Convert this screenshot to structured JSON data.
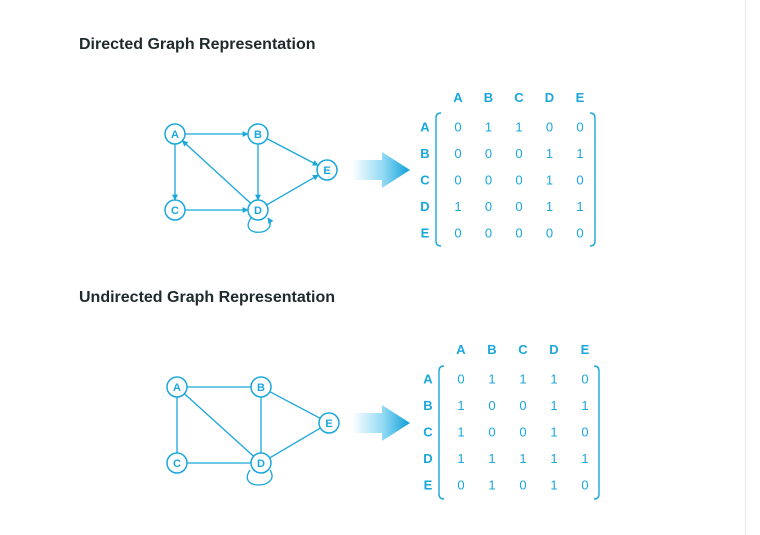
{
  "directed": {
    "heading": "Directed Graph Representation",
    "nodes": [
      "A",
      "B",
      "C",
      "D",
      "E"
    ],
    "edges": [
      [
        "A",
        "B"
      ],
      [
        "A",
        "C"
      ],
      [
        "B",
        "D"
      ],
      [
        "B",
        "E"
      ],
      [
        "C",
        "D"
      ],
      [
        "D",
        "A"
      ],
      [
        "D",
        "E"
      ],
      [
        "D",
        "D"
      ]
    ],
    "matrix": {
      "col_headers": [
        "A",
        "B",
        "C",
        "D",
        "E"
      ],
      "row_headers": [
        "A",
        "B",
        "C",
        "D",
        "E"
      ],
      "rows": [
        [
          "0",
          "1",
          "1",
          "0",
          "0"
        ],
        [
          "0",
          "0",
          "0",
          "1",
          "1"
        ],
        [
          "0",
          "0",
          "0",
          "1",
          "0"
        ],
        [
          "1",
          "0",
          "0",
          "1",
          "1"
        ],
        [
          "0",
          "0",
          "0",
          "0",
          "0"
        ]
      ]
    }
  },
  "undirected": {
    "heading": "Undirected Graph Representation",
    "nodes": [
      "A",
      "B",
      "C",
      "D",
      "E"
    ],
    "edges": [
      [
        "A",
        "B"
      ],
      [
        "A",
        "C"
      ],
      [
        "A",
        "D"
      ],
      [
        "B",
        "D"
      ],
      [
        "B",
        "E"
      ],
      [
        "C",
        "D"
      ],
      [
        "D",
        "E"
      ],
      [
        "D",
        "D"
      ]
    ],
    "matrix": {
      "col_headers": [
        "A",
        "B",
        "C",
        "D",
        "E"
      ],
      "row_headers": [
        "A",
        "B",
        "C",
        "D",
        "E"
      ],
      "rows": [
        [
          "0",
          "1",
          "1",
          "1",
          "0"
        ],
        [
          "1",
          "0",
          "0",
          "1",
          "1"
        ],
        [
          "1",
          "0",
          "0",
          "1",
          "0"
        ],
        [
          "1",
          "1",
          "1",
          "1",
          "1"
        ],
        [
          "0",
          "1",
          "0",
          "1",
          "0"
        ]
      ]
    }
  },
  "colors": {
    "accent": "#1aa7dc",
    "heading": "#1f2a2c",
    "arrow_light": "#8fd8f4",
    "arrow_dark": "#0c9fd8"
  },
  "icons": {
    "transform_arrow": "right-arrow-icon"
  }
}
